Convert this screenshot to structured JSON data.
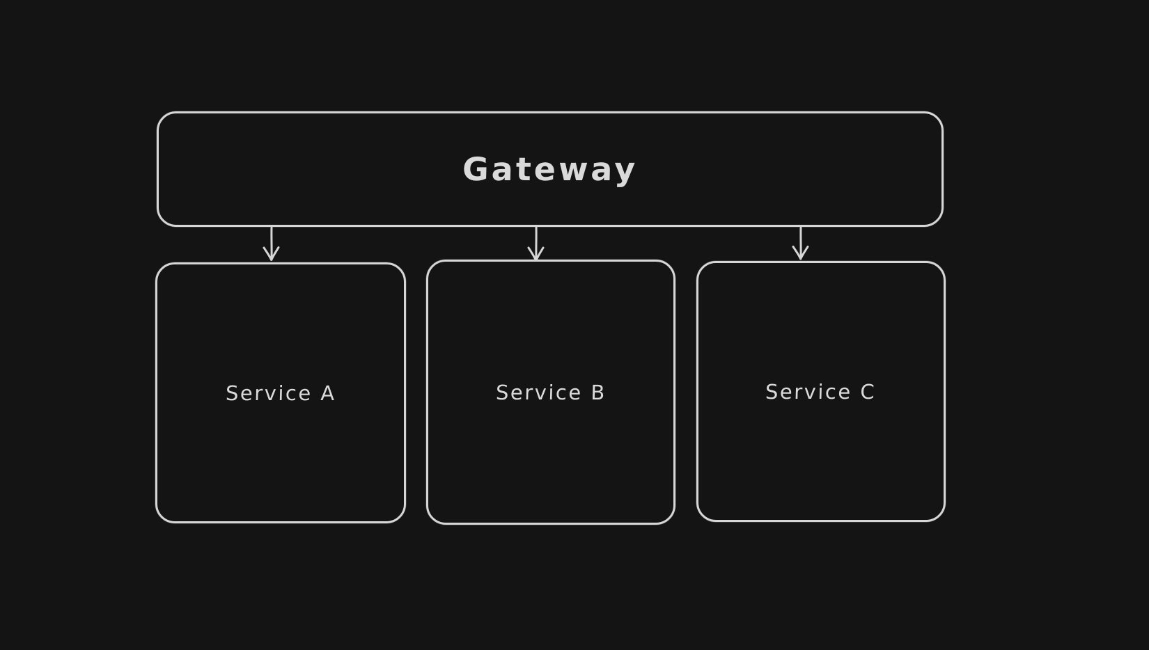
{
  "diagram": {
    "type": "architecture-flowchart",
    "style": "hand-drawn",
    "nodes": {
      "gateway": {
        "label": "Gateway"
      },
      "service_a": {
        "label": "Service A"
      },
      "service_b": {
        "label": "Service B"
      },
      "service_c": {
        "label": "Service C"
      }
    },
    "edges": [
      {
        "from": "Gateway",
        "to": "Service A",
        "arrow": "down"
      },
      {
        "from": "Gateway",
        "to": "Service B",
        "arrow": "down"
      },
      {
        "from": "Gateway",
        "to": "Service C",
        "arrow": "down"
      }
    ],
    "colors": {
      "background": "#141414",
      "stroke": "#d6d6d6",
      "text": "#dadada"
    }
  }
}
